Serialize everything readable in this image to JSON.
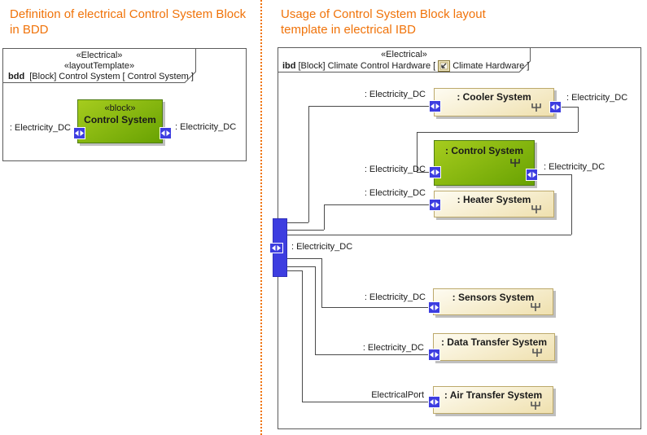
{
  "colors": {
    "accent_orange": "#F0730A",
    "port_blue": "#3D3DE0",
    "block_green": "#7FB800",
    "block_cream": "#F2E6C0",
    "frame_border": "#5B5B5B"
  },
  "left_panel": {
    "title": "Definition of electrical Control System Block in BDD",
    "frame": {
      "stereotype1": "«Electrical»",
      "stereotype2": "«layoutTemplate»",
      "kind": "bdd",
      "rest": "[Block] Control System [ Control System ]"
    },
    "block": {
      "stereotype": "«block»",
      "name": "Control System"
    },
    "left_port_label": ": Electricity_DC",
    "right_port_label": ": Electricity_DC"
  },
  "right_panel": {
    "title": "Usage of Control System Block layout template in electrical IBD",
    "frame": {
      "stereotype": "«Electrical»",
      "kind": "ibd",
      "mid": "[Block] Climate Control Hardware [",
      "end": "Climate Hardware ]"
    },
    "bus_label": ": Electricity_DC",
    "blocks": [
      {
        "name": ": Cooler System",
        "left_label": ": Electricity_DC",
        "right_label": ": Electricity_DC"
      },
      {
        "name": ": Control System",
        "left_label": ": Electricity_DC",
        "right_label": ": Electricity_DC"
      },
      {
        "name": ": Heater System",
        "left_label": ": Electricity_DC"
      },
      {
        "name": ": Sensors System",
        "left_label": ": Electricity_DC"
      },
      {
        "name": ": Data Transfer System",
        "left_label": ": Electricity_DC"
      },
      {
        "name": ": Air Transfer System",
        "left_label": "ElectricalPort"
      }
    ]
  }
}
